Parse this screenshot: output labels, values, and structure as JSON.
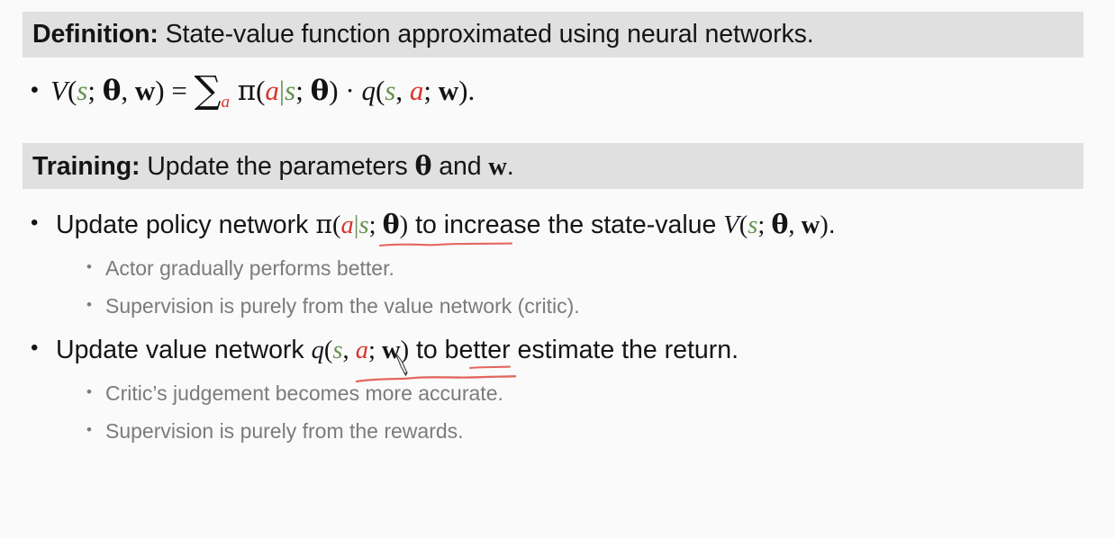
{
  "slide": {
    "background_color": "#fafafa",
    "banner_color": "#e0e0e0",
    "body_text_color": "#151515",
    "sub_text_color": "#7b7b7b",
    "accent_green": "#63924f",
    "accent_red": "#d8352a",
    "annotation_color": "#e2675f"
  },
  "definition_banner": {
    "label": "Definition:",
    "text": "State-value function approximated using neural networks."
  },
  "formula": {
    "bullet": "•",
    "text": "V(s; θ, w) = ∑_a π(a|s; θ) · q(s, a; w).",
    "parts": {
      "V": "V",
      "open1": "(",
      "s1": "s",
      "semi1": "; ",
      "theta1": "θ",
      "comma1": ", ",
      "w1": "w",
      "close1": ")",
      "equals": " = ",
      "sum": "∑",
      "sum_sub": "a",
      "pi": "π",
      "open2": "(",
      "a2": "a",
      "bar": "|",
      "s2": "s",
      "semi2": "; ",
      "theta2": "θ",
      "close2": ")",
      "dot": " · ",
      "q": "q",
      "open3": "(",
      "s3": "s",
      "comma3": ", ",
      "a3": "a",
      "semi3": "; ",
      "w3": "w",
      "close3": ")",
      "period": "."
    }
  },
  "training_banner": {
    "label": "Training:",
    "text": "Update the parameters θ and w.",
    "parts": {
      "prefix": "Update the parameters ",
      "theta": "θ",
      "middle": " and ",
      "w": "w",
      "period": "."
    }
  },
  "bullets": [
    {
      "id": "policy",
      "bullet": "•",
      "text": "Update policy network π(a|s; θ) to increase the state-value V(s; θ, w).",
      "parts": {
        "prefix": "Update policy network ",
        "pi": "π",
        "open": "(",
        "a": "a",
        "bar": "|",
        "s": "s",
        "semi": "; ",
        "theta": "θ",
        "close": ")",
        "middle": " to increase the state-value ",
        "V": "V",
        "open2": "(",
        "s2": "s",
        "semi2": "; ",
        "theta2": "θ",
        "comma2": ", ",
        "w2": "w",
        "close2": ")",
        "period": "."
      },
      "subs": [
        {
          "bullet": "•",
          "text": "Actor gradually performs better."
        },
        {
          "bullet": "•",
          "text": "Supervision is purely from the value network (critic)."
        }
      ]
    },
    {
      "id": "value",
      "bullet": "•",
      "text": "Update value network q(s, a; w) to better estimate the return.",
      "parts": {
        "prefix": "Update value network ",
        "q": "q",
        "open": "(",
        "s": "s",
        "comma": ", ",
        "a": "a",
        "semi": "; ",
        "w": "w",
        "close": ")",
        "suffix": " to better estimate the return."
      },
      "subs": [
        {
          "bullet": "•",
          "text": "Critic’s judgement becomes more accurate."
        },
        {
          "bullet": "•",
          "text": "Supervision is purely from the rewards."
        }
      ]
    }
  ],
  "annotations": [
    {
      "name": "underline-policy-network",
      "description": "red hand-drawn underline under π(a|s; θ)"
    },
    {
      "name": "underline-w-parameter",
      "description": "red hand-drawn underline under w in q(s, a; w)"
    },
    {
      "name": "underline-value-network",
      "description": "red hand-drawn wavy underline under q(s, a; w)"
    }
  ],
  "cursor": {
    "name": "pen-cursor",
    "icon": "pen-icon"
  }
}
